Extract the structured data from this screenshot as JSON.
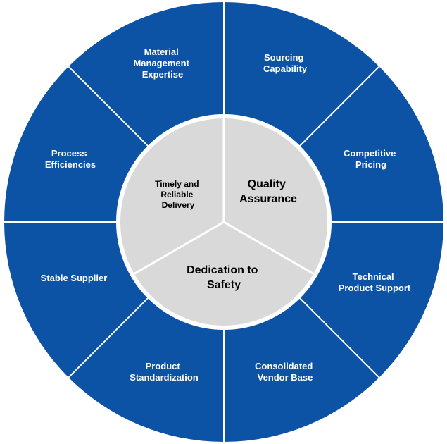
{
  "colors": {
    "outer_fill": "#0d53a5",
    "inner_fill": "#d9d9d9",
    "divider": "#ffffff",
    "outer_text": "#ffffff",
    "inner_text": "#000000"
  },
  "outer_segments": [
    {
      "lines": [
        "Material",
        "Management",
        "Expertise"
      ]
    },
    {
      "lines": [
        "Sourcing",
        "Capability"
      ]
    },
    {
      "lines": [
        "Competitive",
        "Pricing"
      ]
    },
    {
      "lines": [
        "Technical",
        "Product Support"
      ]
    },
    {
      "lines": [
        "Consolidated",
        "Vendor Base"
      ]
    },
    {
      "lines": [
        "Product",
        "Standardization"
      ]
    },
    {
      "lines": [
        "Stable Supplier"
      ]
    },
    {
      "lines": [
        "Process",
        "Efficiencies"
      ]
    }
  ],
  "inner_segments": [
    {
      "lines": [
        "Timely and",
        "Reliable",
        "Delivery"
      ]
    },
    {
      "lines": [
        "Quality",
        "Assurance"
      ]
    },
    {
      "lines": [
        "Dedication to",
        "Safety"
      ]
    }
  ]
}
